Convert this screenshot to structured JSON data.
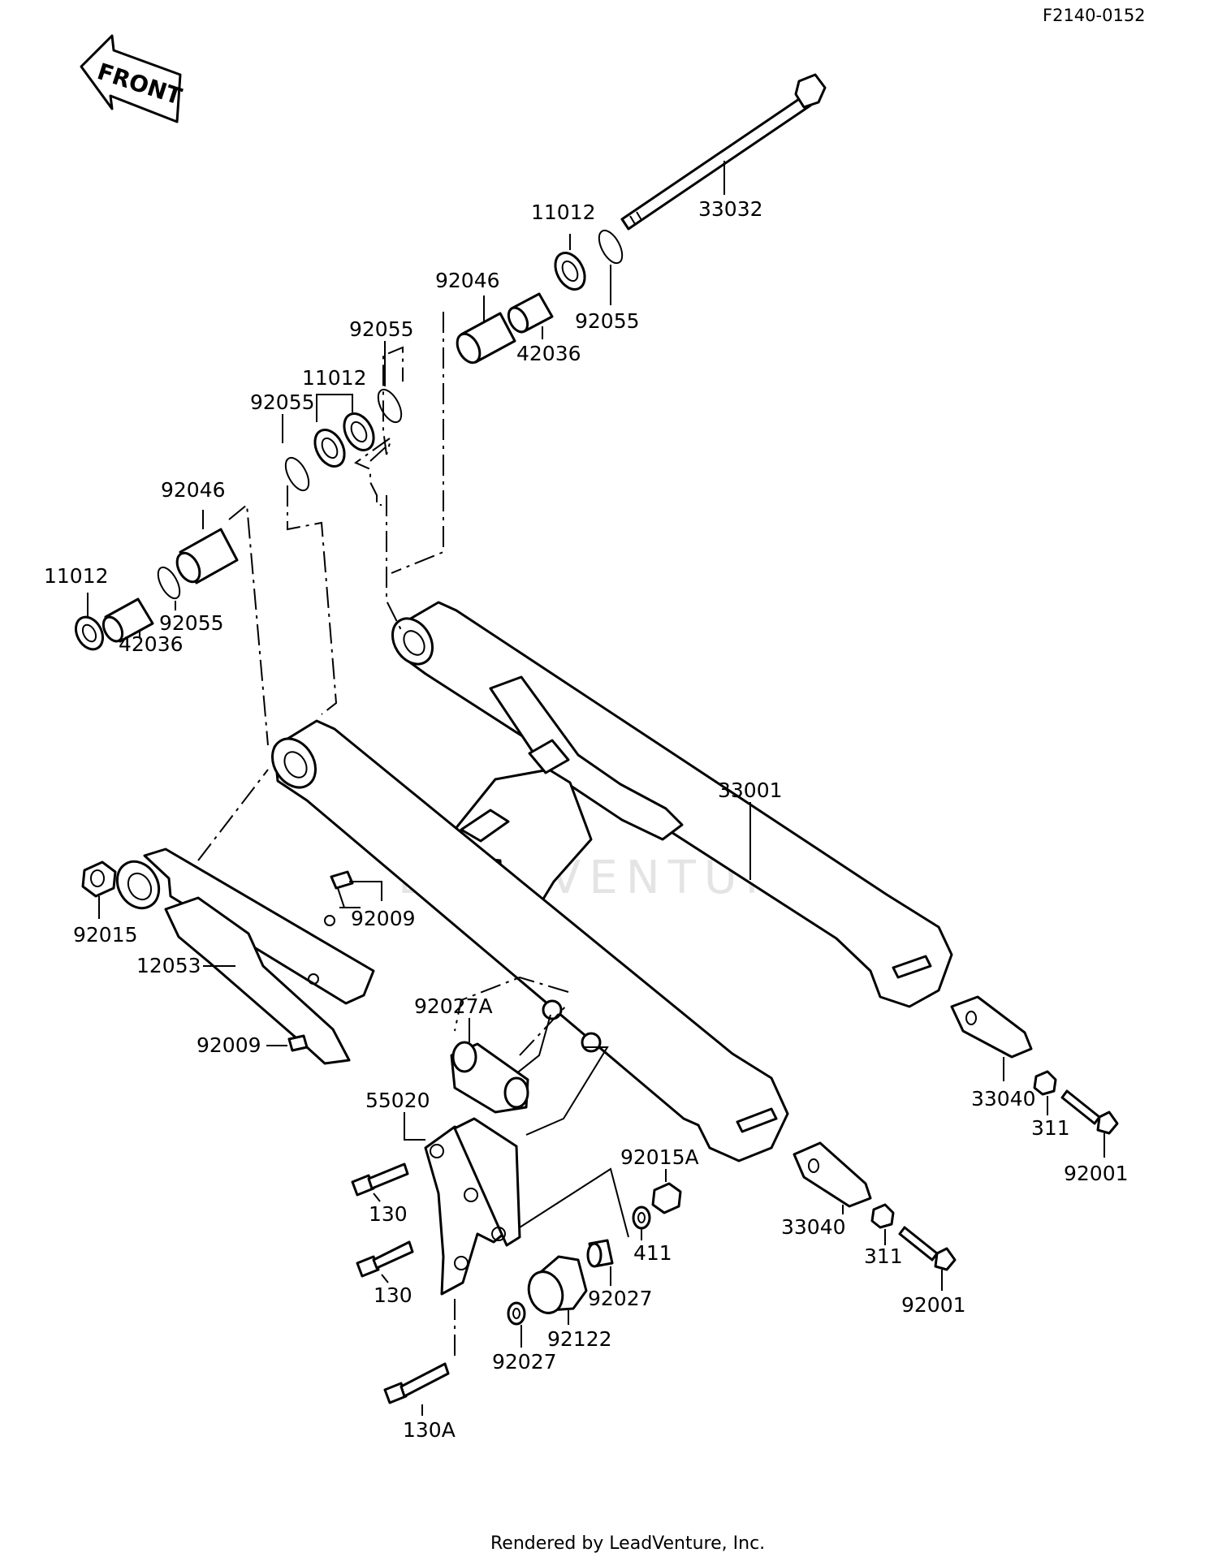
{
  "diagram_code": "F2140-0152",
  "front_label": "FRONT",
  "watermark": "LEADVENTURE",
  "footer": "Rendered by LeadVenture, Inc.",
  "labels": {
    "p33032": "33032",
    "p11012_top": "11012",
    "p92046_top": "92046",
    "p92055_top_right": "92055",
    "p42036_top": "42036",
    "p92055_mid": "92055",
    "p11012_mid": "11012",
    "p92055_mid_left": "92055",
    "p92046_left": "92046",
    "p11012_left": "11012",
    "p92055_left": "92055",
    "p42036_left": "42036",
    "p33001": "33001",
    "p92015": "92015",
    "p92009_upper": "92009",
    "p12053": "12053",
    "p92009_lower": "92009",
    "p92027A": "92027A",
    "p55020": "55020",
    "p130_upper": "130",
    "p130_lower": "130",
    "p130A": "130A",
    "p92015A": "92015A",
    "p411": "411",
    "p92027_right": "92027",
    "p92122": "92122",
    "p92027_lower": "92027",
    "p33040_right": "33040",
    "p311_right": "311",
    "p92001_right": "92001",
    "p33040_mid": "33040",
    "p311_mid": "311",
    "p92001_mid": "92001"
  }
}
